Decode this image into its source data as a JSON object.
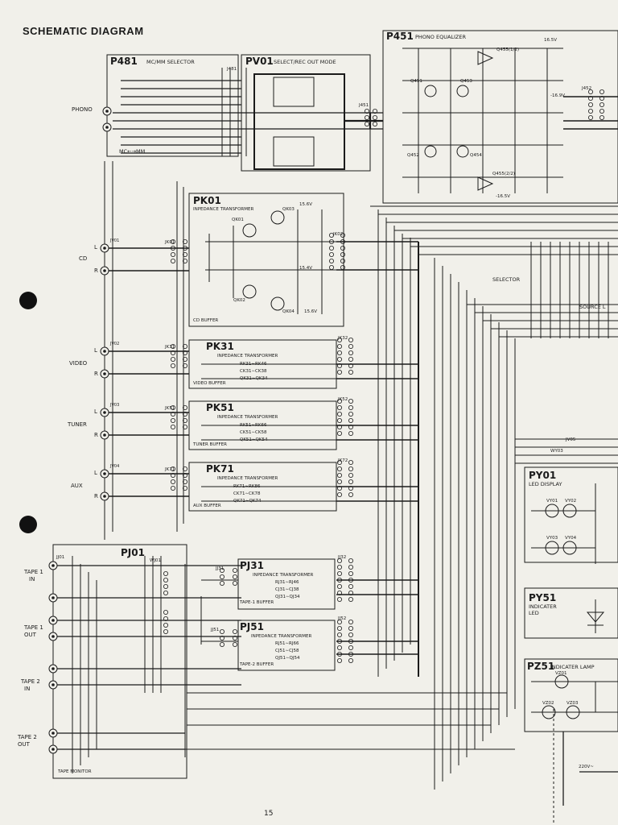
{
  "title": "SCHEMATIC DIAGRAM",
  "page_number": "15",
  "blocks": {
    "p481": {
      "id": "P481",
      "name": "MC/MM SELECTOR",
      "switch": "MC←→MM"
    },
    "pv01": {
      "id": "PV01",
      "name": "SELECT/REC OUT MODE"
    },
    "p451": {
      "id": "P451",
      "name": "PHONO EQUALIZER",
      "q1": "Q455(1/2)",
      "q2": "Q455(2/2)",
      "qa": "Q451",
      "qb": "Q453",
      "qc": "Q452",
      "qd": "Q454"
    },
    "pk01": {
      "id": "PK01",
      "name": "INPEDANCE TRANSFORMER",
      "buffer": "CD BUFFER",
      "qk01": "QK01",
      "qk02": "QK02",
      "qk03": "QK03",
      "qk04": "QK04"
    },
    "pk31": {
      "id": "PK31",
      "name": "INPEDANCE TRANSFORMER",
      "parts": [
        "RK31∼RK46",
        "CK31∼CK38",
        "QK31∼QK34"
      ],
      "buffer": "VIDEO BUFFER"
    },
    "pk51": {
      "id": "PK51",
      "name": "INPEDANCE TRANSFORMER",
      "parts": [
        "RK51∼RK66",
        "CK51∼CK58",
        "QK51∼QK54"
      ],
      "buffer": "TUNER BUFFER"
    },
    "pk71": {
      "id": "PK71",
      "name": "INPEDANCE TRANSFORMER",
      "parts": [
        "RK71∼RK86",
        "CK71∼CK78",
        "QK71∼QK74"
      ],
      "buffer": "AUX BUFFER"
    },
    "pj01": {
      "id": "PJ01",
      "buffer": "TAPE MONITOR"
    },
    "pj31": {
      "id": "PJ31",
      "name": "INPEDANCE TRANSFORMER",
      "parts": [
        "RJ31∼RJ46",
        "CJ31∼CJ38",
        "QJ31∼QJ34"
      ],
      "buffer": "TAPE-1  BUFFER"
    },
    "pj51": {
      "id": "PJ51",
      "name": "INPEDANCE TRANSFORMER",
      "parts": [
        "RJ51∼RJ66",
        "CJ51∼CJ58",
        "QJ51∼QJ54"
      ],
      "buffer": "TAPE-2  BUFFER"
    },
    "selector": {
      "name": "SELECTOR",
      "source": "SOURCE  L"
    },
    "py01": {
      "id": "PY01",
      "name": "LED DISPLAY",
      "leds": [
        "VY01",
        "VY02",
        "VY03",
        "VY04"
      ]
    },
    "py51": {
      "id": "PY51",
      "name": "INDICATER",
      "name2": "LED"
    },
    "pz51": {
      "id": "PZ51",
      "name": "INDICATER LAMP",
      "lamps": [
        "VZ01",
        "VZ02",
        "VZ03"
      ]
    }
  },
  "inputs": {
    "phono": "PHONO",
    "cd": "CD",
    "video": "VIDEO",
    "tuner": "TUNER",
    "aux": "AUX",
    "tape1_in_a": "TAPE 1",
    "tape1_in_b": "IN",
    "tape1_out_a": "TAPE 1",
    "tape1_out_b": "OUT",
    "tape2_in_a": "TAPE 2",
    "tape2_in_b": "IN",
    "tape2_out_a": "TAPE 2",
    "tape2_out_b": "OUT",
    "left": "L",
    "right": "R"
  },
  "voltages": {
    "v1": "15.6V",
    "v2": "15.4V",
    "v3": "15.6V",
    "v4": "-16.9V",
    "v5": "-16.5V",
    "v6": "16.5V",
    "ac": "220V~"
  },
  "connectors": {
    "jk01": "JK01",
    "jk02": "JK02",
    "jk31": "JK31",
    "jk32": "JK32",
    "jk51": "JK51",
    "jk52": "JK52",
    "jk71": "JK71",
    "jk72": "JK72",
    "j452": "J452",
    "j481": "J481",
    "j451": "J451",
    "jv01": "JV01",
    "jv02": "JV02",
    "jv03": "JV03",
    "jv04": "JV04",
    "jj01": "JJ01",
    "jj31": "JJ31",
    "jj32": "JJ32",
    "jj51": "JJ51",
    "jj52": "JJ52",
    "wj01": "WJ01",
    "wy03": "WY03",
    "jv05": "JV05"
  },
  "colors": {
    "ink": "#1b1b1b",
    "paper": "#f1f0ea"
  }
}
